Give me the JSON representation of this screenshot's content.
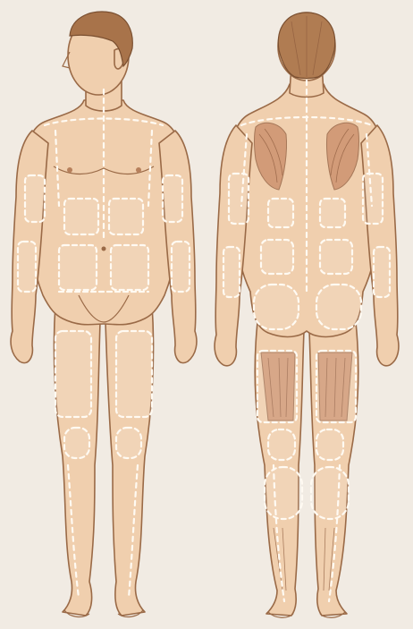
{
  "figure": {
    "views": [
      {
        "id": "front",
        "zones": [
          "pectoral-left",
          "pectoral-right",
          "abdomen-upper-left",
          "abdomen-upper-right",
          "abdomen-lower-left",
          "abdomen-lower-right",
          "upper-arm-left",
          "upper-arm-right",
          "forearm-left",
          "forearm-right",
          "thigh-left",
          "thigh-right",
          "knee-left",
          "knee-right"
        ]
      },
      {
        "id": "back",
        "zones": [
          "trapezius-left",
          "trapezius-right",
          "upper-back-left",
          "upper-back-right",
          "lower-back-left",
          "lower-back-right",
          "gluteal-left",
          "gluteal-right",
          "upper-arm-left",
          "upper-arm-right",
          "forearm-left",
          "forearm-right",
          "hamstring-left",
          "hamstring-right",
          "knee-left",
          "knee-right",
          "calf-left",
          "calf-right"
        ]
      }
    ],
    "colors": {
      "background": "#f1ebe3",
      "skin": "#f0cfae",
      "outline": "#9a6a47",
      "zone_marker": "#fffaf2",
      "muscle": "#c98a66"
    }
  }
}
